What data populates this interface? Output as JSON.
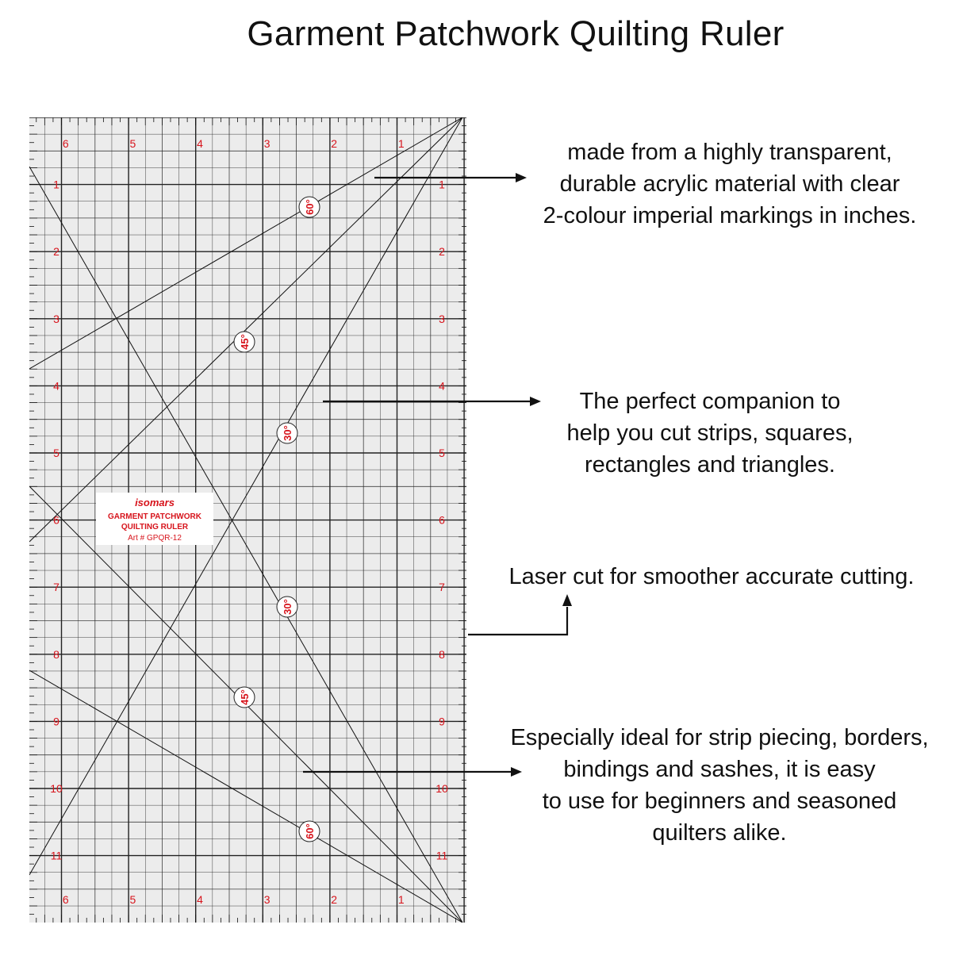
{
  "title": "Garment Patchwork Quilting Ruler",
  "callouts": [
    {
      "lines": [
        "made from a highly transparent,",
        "durable acrylic material with clear",
        "2-colour imperial markings in inches."
      ]
    },
    {
      "lines": [
        "The perfect companion to",
        "help you cut strips, squares,",
        "rectangles and triangles."
      ]
    },
    {
      "lines": [
        "Laser cut for smoother accurate cutting."
      ]
    },
    {
      "lines": [
        "Especially ideal for strip piecing, borders,",
        "bindings and sashes, it is easy",
        "to use for beginners and seasoned",
        "quilters alike."
      ]
    }
  ],
  "ruler": {
    "label_brand": "isomars",
    "label_line1": "GARMENT PATCHWORK",
    "label_line2": "QUILTING RULER",
    "label_art": "Art # GPQR-12",
    "top_numbers": [
      "6",
      "5",
      "4",
      "3",
      "2",
      "1"
    ],
    "side_numbers": [
      "1",
      "2",
      "3",
      "4",
      "5",
      "6",
      "7",
      "8",
      "9",
      "10",
      "11"
    ],
    "angles": {
      "a60_top": "60°",
      "a45_top": "45°",
      "a30_top": "30°",
      "a30_bottom": "30°",
      "a45_bottom": "45°",
      "a60_bottom": "60°"
    },
    "colors": {
      "marking_red": "#d7141c",
      "marking_black": "#1a1a1a",
      "acrylic": "#ececec"
    }
  }
}
